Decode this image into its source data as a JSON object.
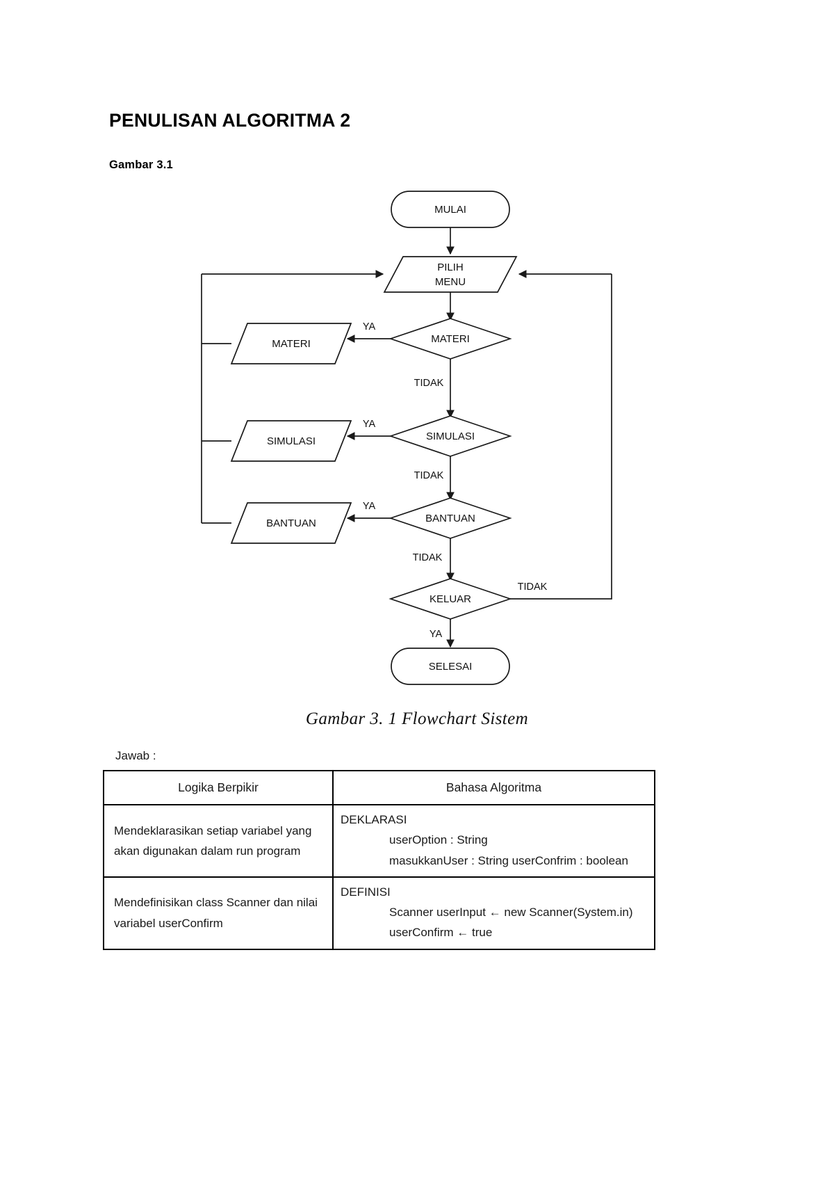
{
  "document": {
    "title": "PENULISAN ALGORITMA 2",
    "subtitle": "Gambar 3.1",
    "figure_caption": "Gambar 3. 1 Flowchart Sistem",
    "answer_label": "Jawab :"
  },
  "flowchart": {
    "nodes": [
      {
        "id": "mulai",
        "label": "MULAI",
        "shape": "terminal"
      },
      {
        "id": "pilih_menu",
        "label": "PILIH\nMENU",
        "label_line1": "PILIH",
        "label_line2": "MENU",
        "shape": "parallelogram"
      },
      {
        "id": "materi_decision",
        "label": "MATERI",
        "shape": "decision"
      },
      {
        "id": "materi_output",
        "label": "MATERI",
        "shape": "parallelogram"
      },
      {
        "id": "simulasi_decision",
        "label": "SIMULASI",
        "shape": "decision"
      },
      {
        "id": "simulasi_output",
        "label": "SIMULASI",
        "shape": "parallelogram"
      },
      {
        "id": "bantuan_decision",
        "label": "BANTUAN",
        "shape": "decision"
      },
      {
        "id": "bantuan_output",
        "label": "BANTUAN",
        "shape": "parallelogram"
      },
      {
        "id": "keluar_decision",
        "label": "KELUAR",
        "shape": "decision"
      },
      {
        "id": "selesai",
        "label": "SELESAI",
        "shape": "terminal"
      }
    ],
    "edge_labels": {
      "materi_yes": "YA",
      "materi_no": "TIDAK",
      "simulasi_yes": "YA",
      "simulasi_no": "TIDAK",
      "bantuan_yes": "YA",
      "bantuan_no": "TIDAK",
      "keluar_no": "TIDAK",
      "keluar_yes": "YA"
    },
    "stroke_color": "#1a1a1a"
  },
  "table": {
    "headers": [
      "Logika Berpikir",
      "Bahasa Algoritma"
    ],
    "rows": [
      {
        "logic": "Mendeklarasikan setiap variabel yang akan digunakan dalam run program",
        "algo_head": "DEKLARASI",
        "algo_lines": [
          "userOption : String",
          "masukkanUser : String userConfrim : boolean"
        ]
      },
      {
        "logic": "Mendefinisikan class Scanner dan nilai variabel userConfirm",
        "algo_head": "DEFINISI",
        "algo_lines": [
          "Scanner userInput ← new Scanner(System.in)",
          "userConfirm ← true"
        ]
      }
    ]
  }
}
